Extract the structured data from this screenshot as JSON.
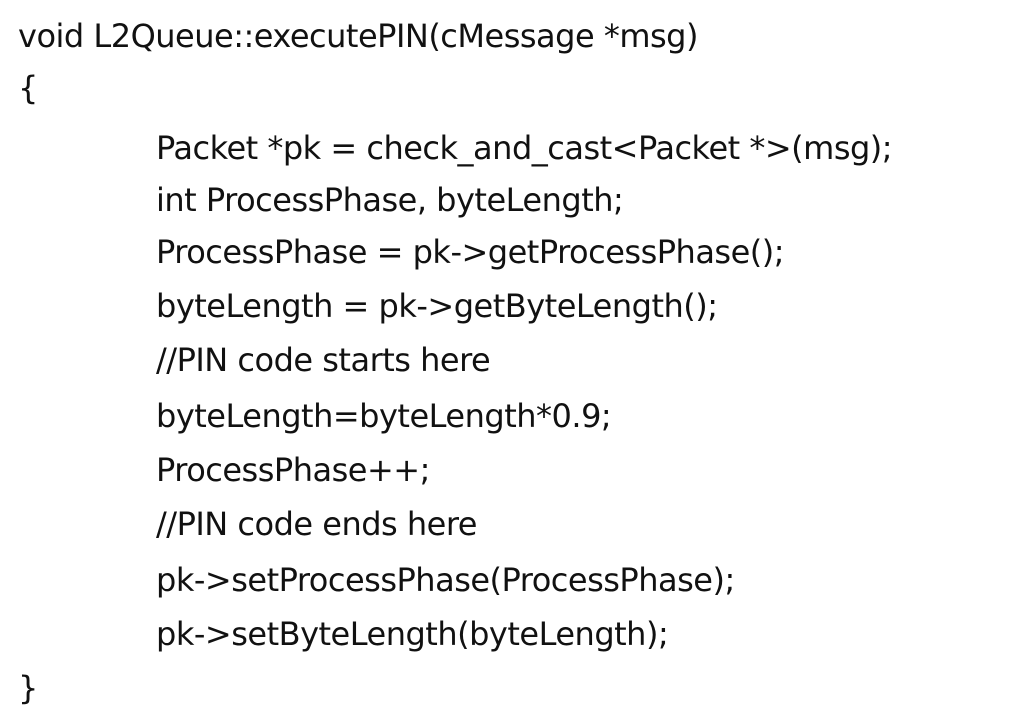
{
  "code": {
    "lines": [
      {
        "text": "void L2Queue::executePIN(cMessage *msg)",
        "indent": 0
      },
      {
        "text": "{",
        "indent": 0
      },
      {
        "text": "Packet *pk = check_and_cast<Packet *>(msg);",
        "indent": 1
      },
      {
        "text": "int ProcessPhase, byteLength;",
        "indent": 1
      },
      {
        "text": "ProcessPhase = pk->getProcessPhase();",
        "indent": 1
      },
      {
        "text": "byteLength = pk->getByteLength();",
        "indent": 1
      },
      {
        "text": "//PIN code starts here",
        "indent": 1
      },
      {
        "text": "byteLength=byteLength*0.9;",
        "indent": 1
      },
      {
        "text": "ProcessPhase++;",
        "indent": 1
      },
      {
        "text": "//PIN code ends here",
        "indent": 1
      },
      {
        "text": "pk->setProcessPhase(ProcessPhase);",
        "indent": 1
      },
      {
        "text": "pk->setByteLength(byteLength);",
        "indent": 1
      },
      {
        "text": "}",
        "indent": 0
      }
    ]
  }
}
